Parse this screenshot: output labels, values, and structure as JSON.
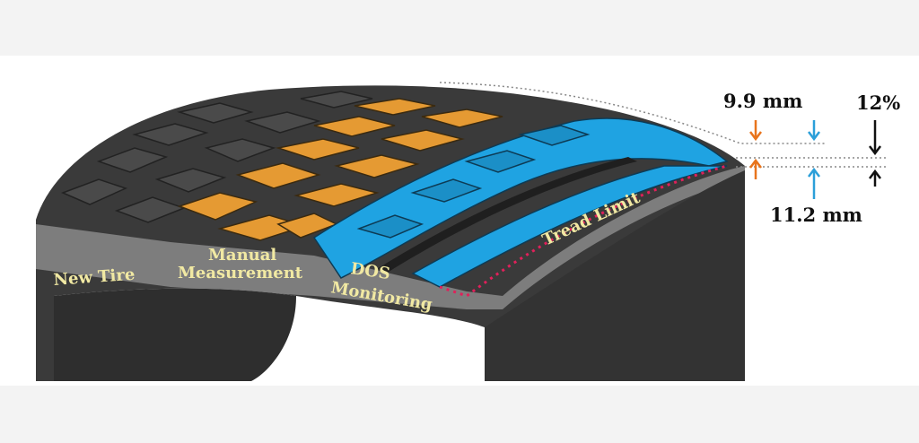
{
  "labels": {
    "new_tire": "New Tire",
    "manual_line1": "Manual",
    "manual_line2": "Measurement",
    "dos_line1": "DOS",
    "dos_line2": "Monitoring",
    "tread_limit": "Tread Limit"
  },
  "measurements": {
    "manual_depth": "9.9 mm",
    "dos_depth": "11.2 mm",
    "difference": "12%"
  },
  "colors": {
    "tire_dark": "#3a3a3a",
    "sidewall_gray": "#7d7d7d",
    "manual_region": "#e59a33",
    "dos_region": "#1fa3e2",
    "tread_limit_line": "#e0205a",
    "manual_arrow": "#e8741c",
    "dos_arrow": "#2b9fd9",
    "label_text": "#f1e9a3"
  }
}
